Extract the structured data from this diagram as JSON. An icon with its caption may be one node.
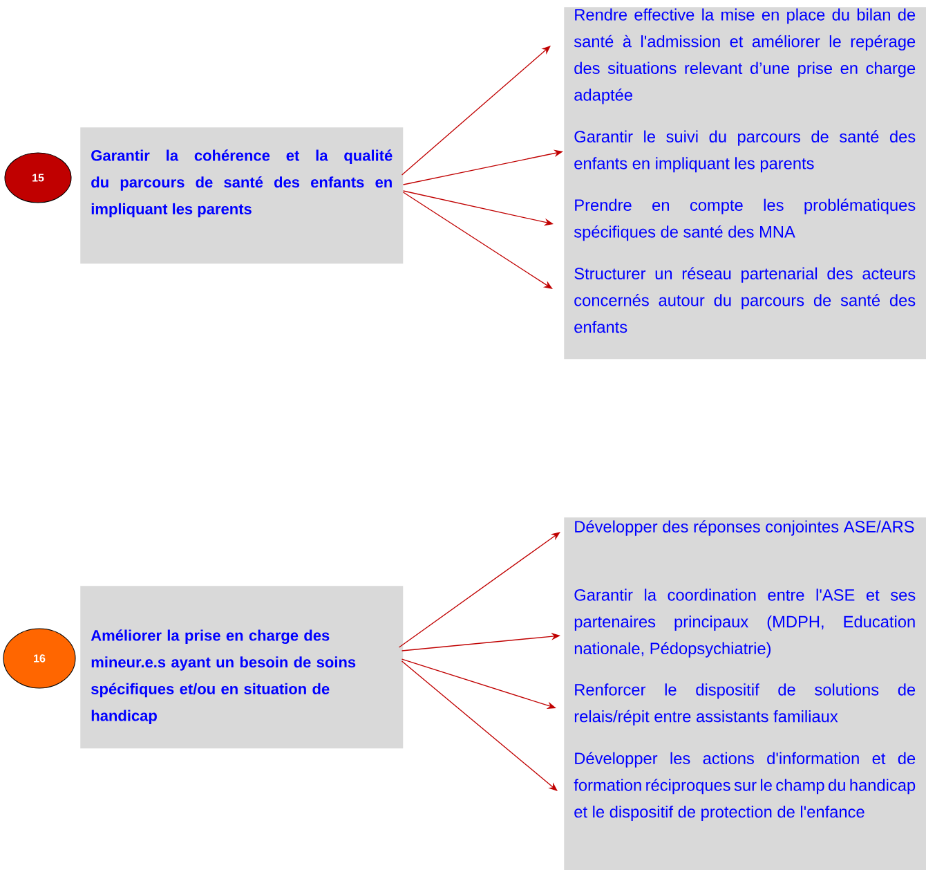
{
  "diagram": {
    "nodes": [
      {
        "text": [
          "15"
        ]
      },
      {
        "text": [
          "Garantir la cohérence et la qualité du parcours de santé des enfants en impliquant les parents"
        ]
      },
      {
        "text": [],
        "shape": "box"
      },
      {
        "text": [
          "Rendre effective la mise en place du bilan de santé à l'admission et améliorer le repérage des situations relevant d’une prise en charge adaptée"
        ],
        "in": 2
      },
      {
        "text": [
          "Garantir le suivi du parcours de santé des enfants en impliquant les parents"
        ],
        "in": 2
      },
      {
        "text": [
          "Prendre en compte les problématiques spécifiques de santé des MNA"
        ],
        "in": 2
      },
      {
        "text": [
          "Structurer un réseau partenarial des acteurs concernés autour du parcours de santé des enfants"
        ],
        "in": 2
      },
      {
        "text": [
          "16"
        ]
      },
      {
        "text": [
          "Améliorer la prise en charge des mineur.e.s ayant un besoin de soins spécifiques et/ou en situation de handicap"
        ]
      },
      {
        "text": [],
        "shape": "box"
      },
      {
        "text": [
          "Développer des réponses conjointes ASE/ARS"
        ],
        "in": 9
      },
      {
        "text": [
          "Garantir la coordination entre l'ASE et ses partenaires principaux (MDPH, Education nationale, Pédopsychiatrie)"
        ],
        "in": 9
      },
      {
        "text": [
          "Renforcer le dispositif de solutions de relais/répit entre assistants familiaux"
        ],
        "in": 9
      },
      {
        "text": [
          "Développer les actions d'information et de formation réciproques sur le champ du handicap et le dispositif de protection de l'enfance"
        ],
        "in": 9
      }
    ],
    "edges": [
      {
        "from": 1,
        "to": 3,
        "arrow": "to"
      },
      {
        "from": 1,
        "to": 4,
        "arrow": "to"
      },
      {
        "from": 1,
        "to": 5,
        "arrow": "to"
      },
      {
        "from": 1,
        "to": 6,
        "arrow": "to"
      },
      {
        "from": 8,
        "to": 10,
        "arrow": "to"
      },
      {
        "from": 8,
        "to": 11,
        "arrow": "to"
      },
      {
        "from": 8,
        "to": 12,
        "arrow": "to"
      },
      {
        "from": 8,
        "to": 13,
        "arrow": "to"
      }
    ]
  }
}
